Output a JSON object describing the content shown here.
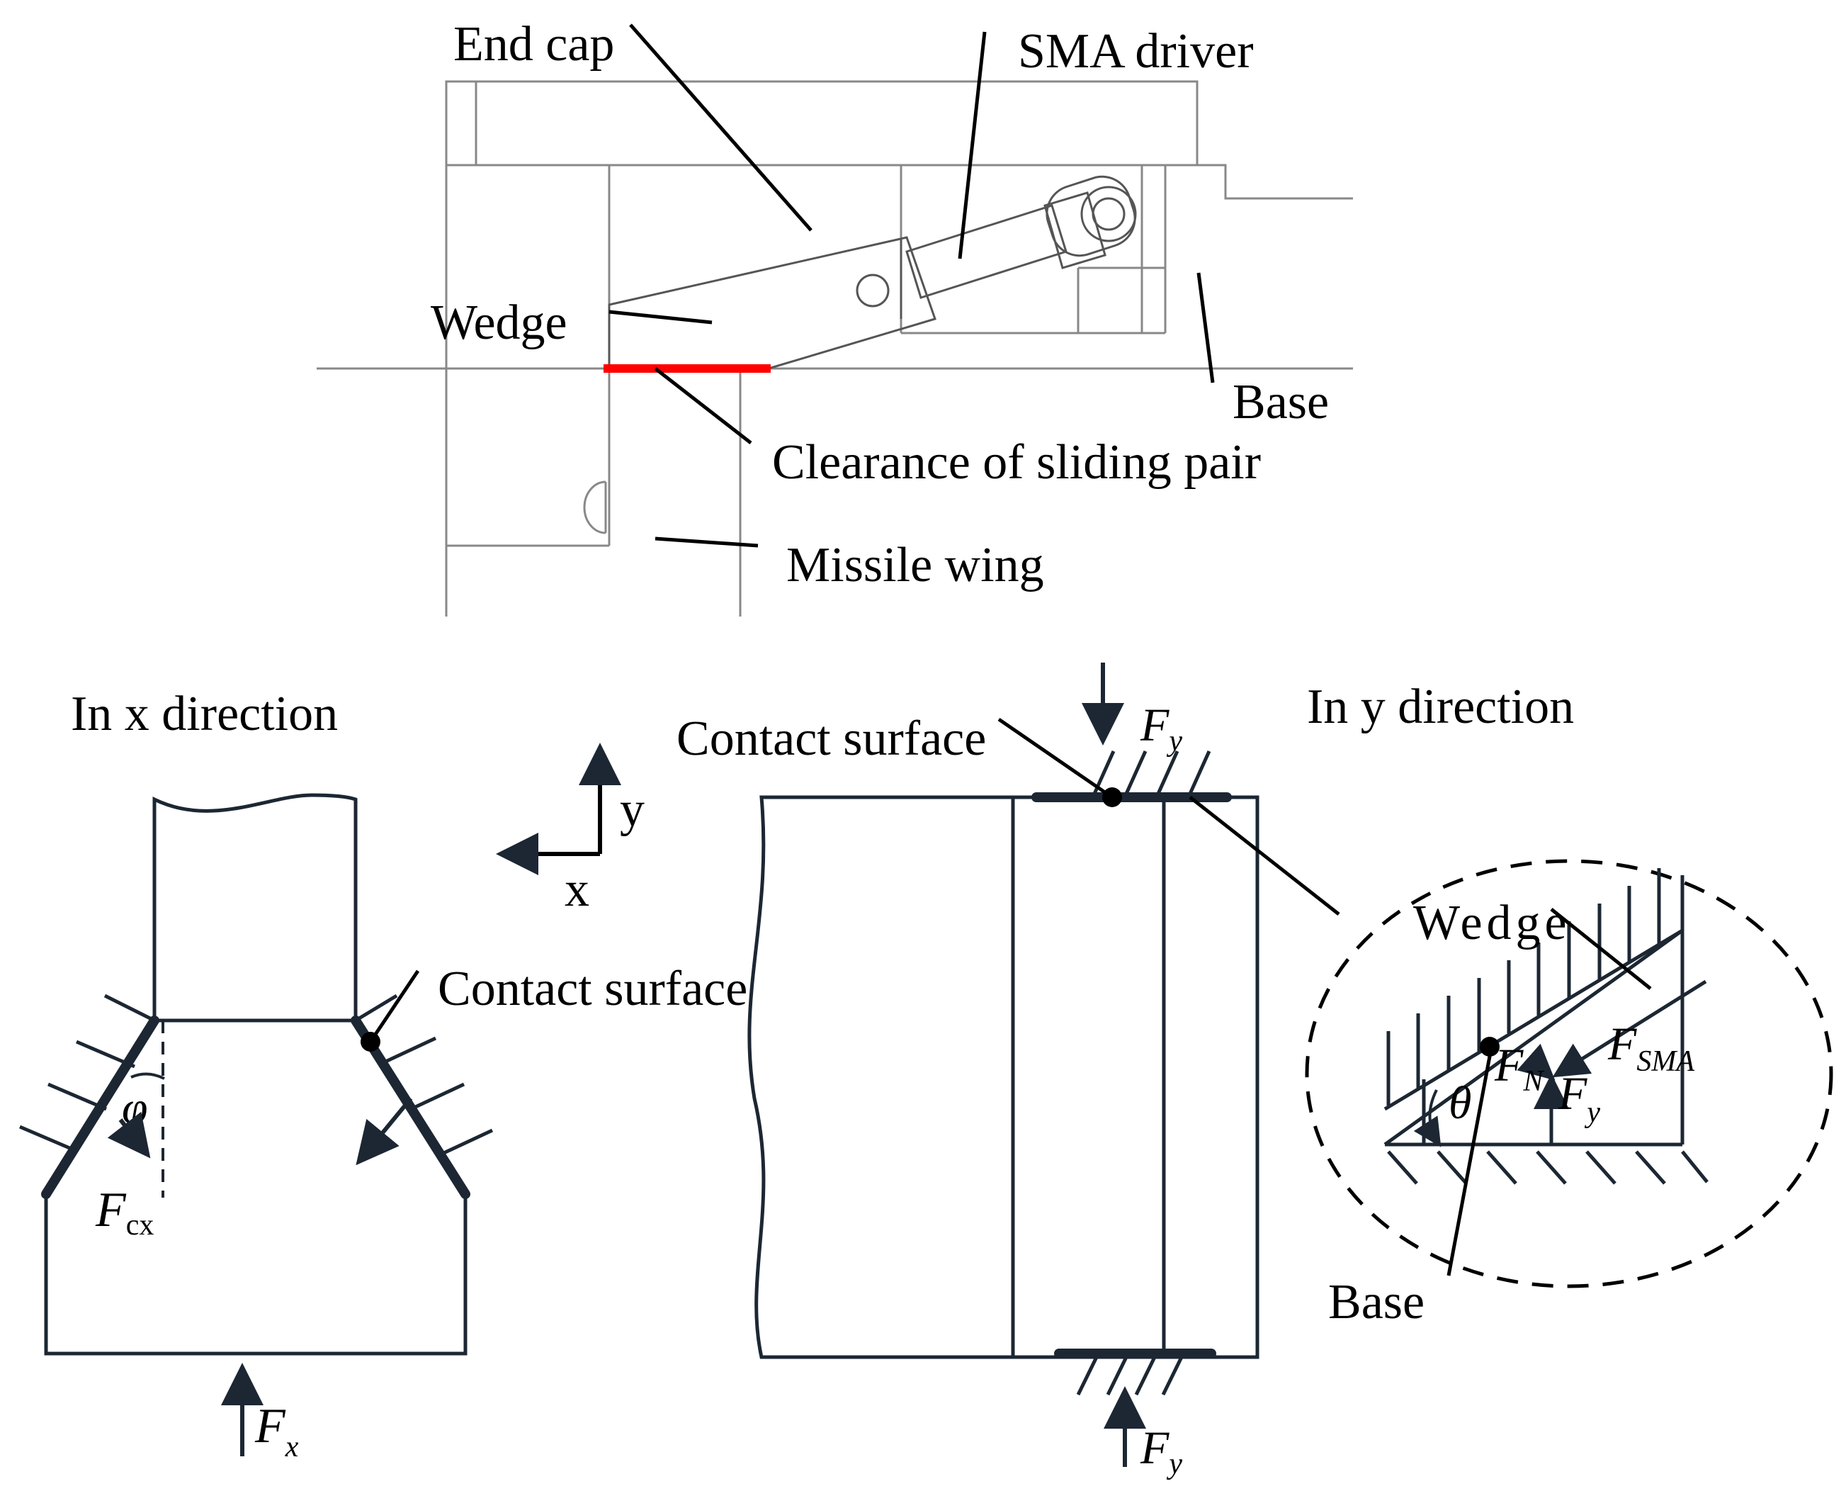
{
  "top": {
    "end_cap": "End cap",
    "sma_driver": "SMA driver",
    "wedge": "Wedge",
    "base": "Base",
    "clearance": "Clearance of sliding pair",
    "missile_wing": "Missile wing"
  },
  "x_panel": {
    "title": "In x direction",
    "contact_surface": "Contact surface",
    "phi": "φ",
    "fcx_main": "F",
    "fcx_sub": "cx",
    "fx_main": "F",
    "fx_sub": "x"
  },
  "axes": {
    "x": "x",
    "y": "y"
  },
  "y_panel": {
    "title": "In y direction",
    "contact_surface": "Contact surface",
    "fy_top_main": "F",
    "fy_top_sub": "y",
    "fy_bottom_main": "F",
    "fy_bottom_sub": "y"
  },
  "inset": {
    "wedge": "Wedge",
    "theta": "θ",
    "fn_main": "F",
    "fn_sub": "N",
    "fy_main": "F",
    "fy_sub": "y",
    "fsma_main": "F",
    "fsma_sub": "SMA",
    "base": "Base"
  },
  "colors": {
    "red_clearance": "#ff0000",
    "structure_gray": "#888888",
    "navy": "#1c2733"
  }
}
